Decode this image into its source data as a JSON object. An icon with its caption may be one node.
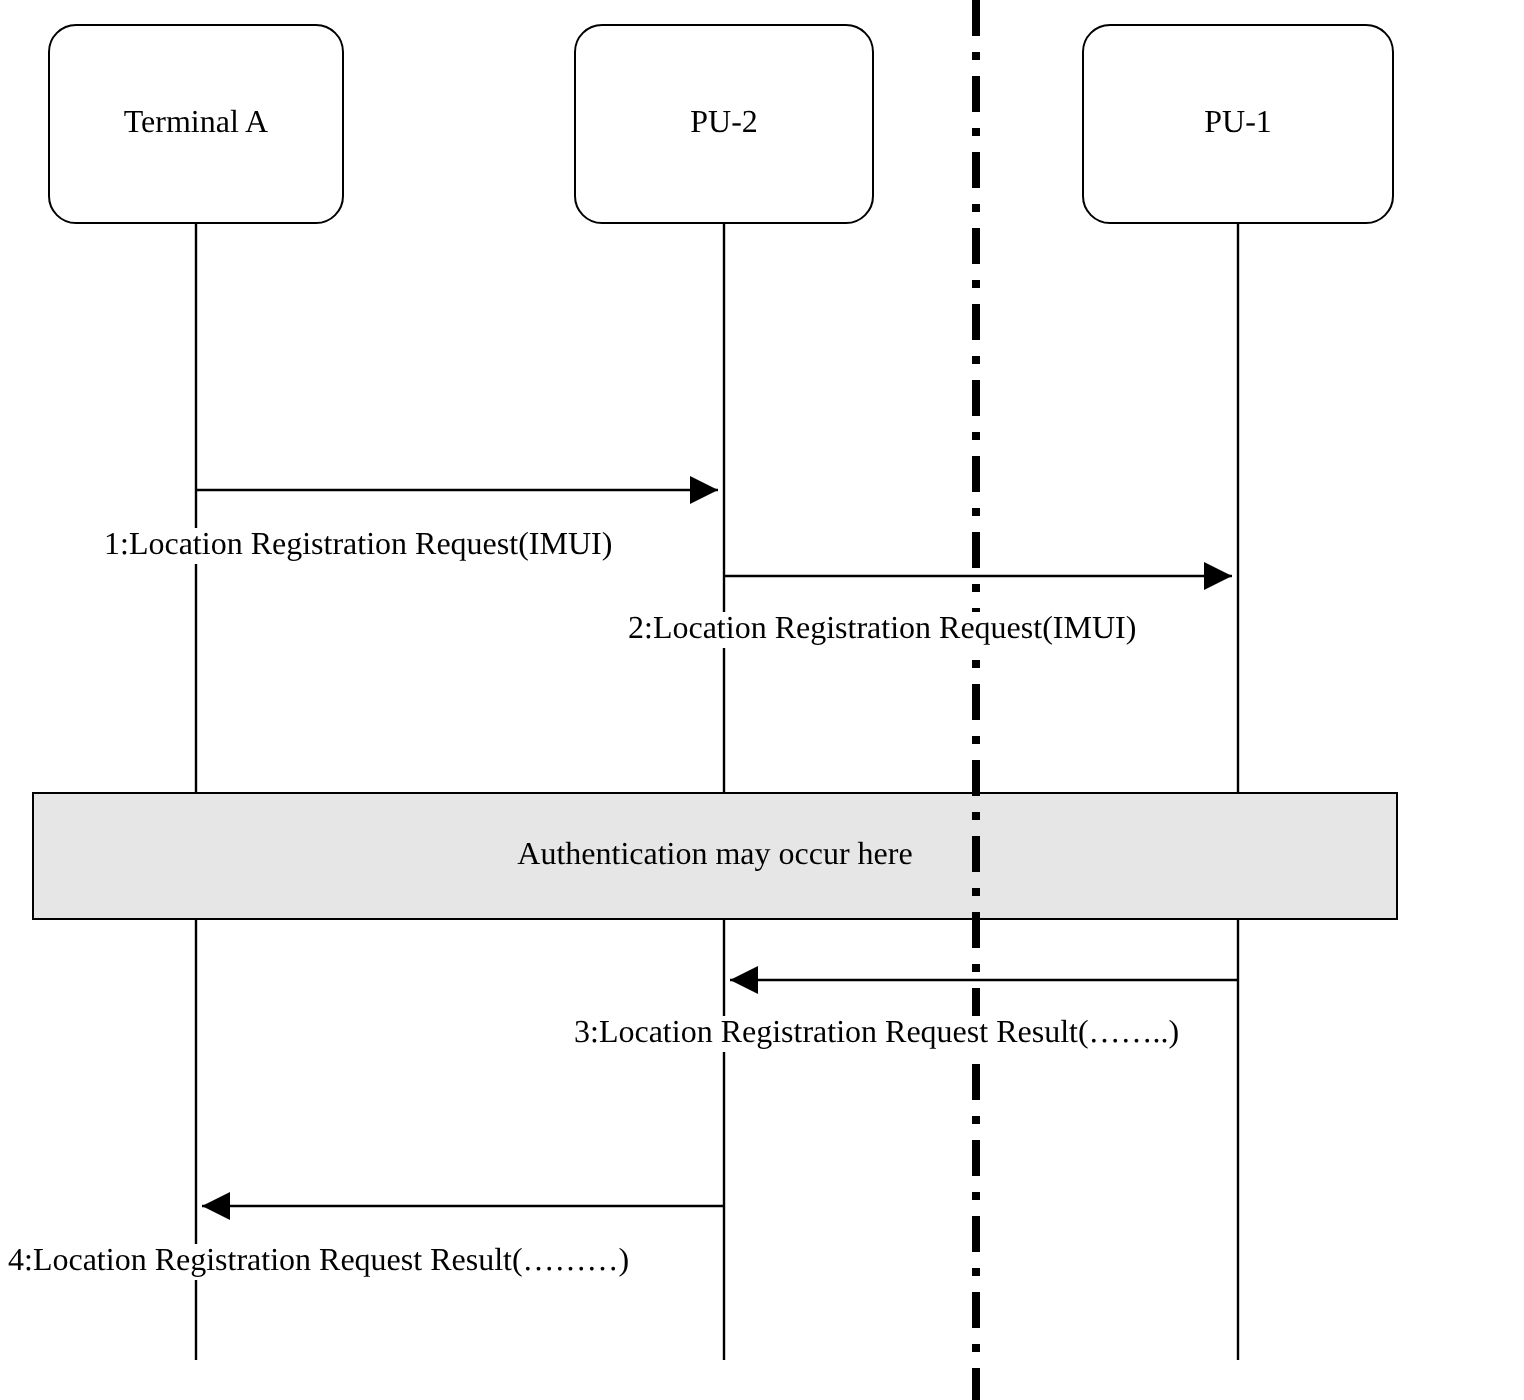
{
  "diagram": {
    "nodes": [
      {
        "text": [
          "Terminal A"
        ]
      },
      {
        "text": [
          "PU-2"
        ]
      },
      {
        "text": [
          "PU-1"
        ]
      },
      {
        "text": [
          "Authentication may occur here"
        ]
      }
    ],
    "edges": [
      {
        "from": 0,
        "to": 1,
        "arrow": "to",
        "label": "1:Location Registration Request(IMUI)"
      },
      {
        "from": 1,
        "to": 2,
        "arrow": "to",
        "label": "2:Location Registration Request(IMUI)"
      },
      {
        "from": 2,
        "to": 1,
        "arrow": "to",
        "label": "3:Location Registration Request Result(……..)"
      },
      {
        "from": 1,
        "to": 0,
        "arrow": "to",
        "label": "4:Location Registration Request Result(………)"
      }
    ]
  }
}
